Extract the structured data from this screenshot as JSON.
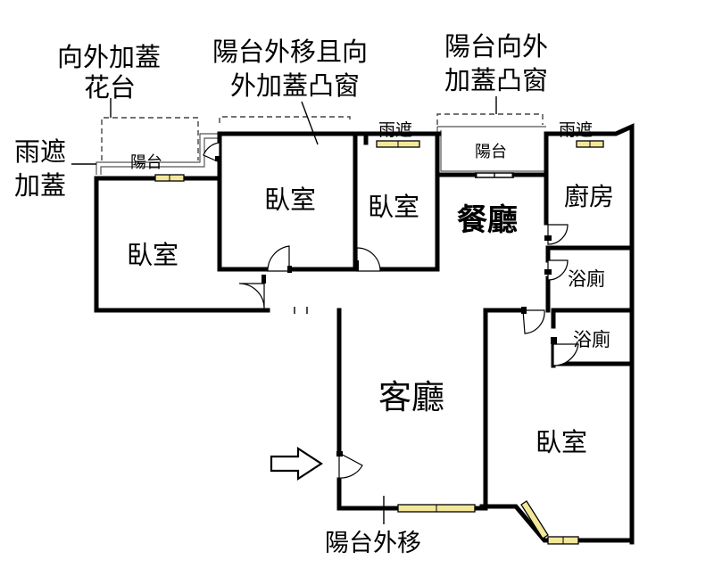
{
  "rooms": {
    "bedroom_left": "臥室",
    "bedroom_mid": "臥室",
    "bedroom_small": "臥室",
    "bedroom_right": "臥室",
    "dining": "餐廳",
    "kitchen": "廚房",
    "bath_upper": "浴廁",
    "bath_lower": "浴廁",
    "living": "客廳",
    "balcony_left": "陽台",
    "balcony_top": "陽台"
  },
  "notes": {
    "flower_line1": "向外加蓋",
    "flower_line2": "花台",
    "rain_left_line1": "雨遮",
    "rain_left_line2": "加蓋",
    "balcony_move_line1": "陽台外移且向",
    "balcony_move_line2": "外加蓋凸窗",
    "balcony_bay_line1": "陽台向外",
    "balcony_bay_line2": "加蓋凸窗",
    "rain_mid": "雨遮",
    "rain_right": "雨遮",
    "balcony_moved": "陽台外移"
  },
  "entrance": {
    "icon": "entrance-arrow-icon"
  }
}
